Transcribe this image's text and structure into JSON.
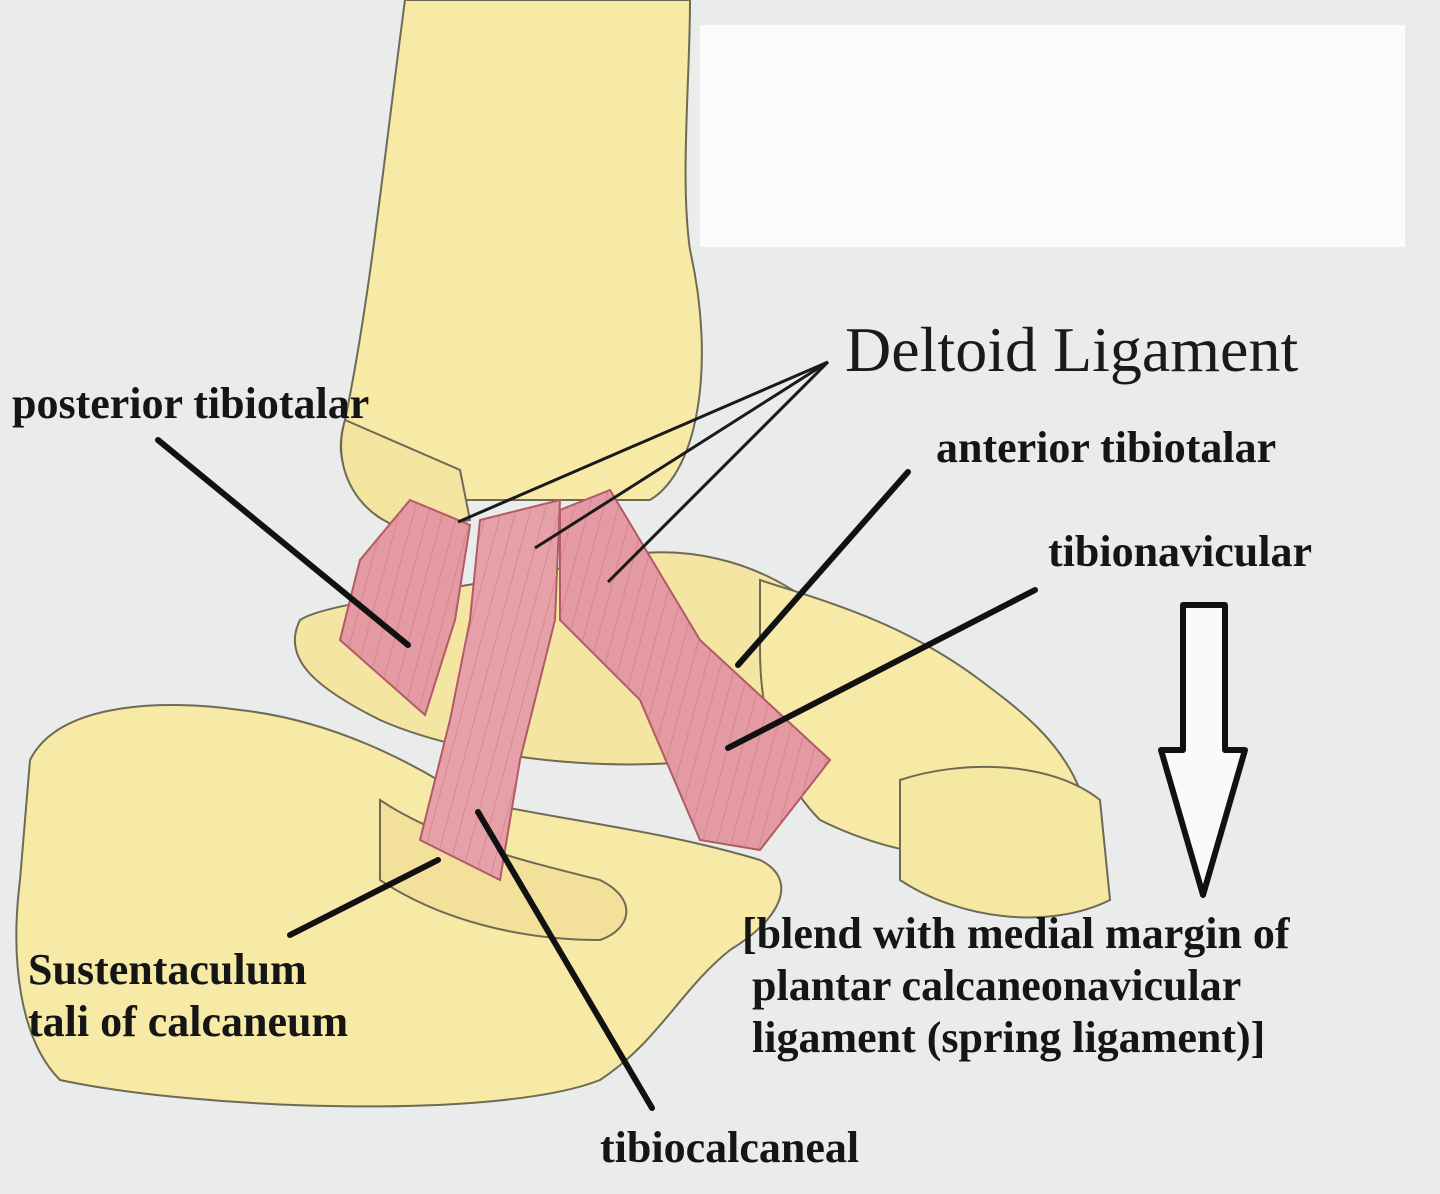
{
  "title": "Deltoid Ligament",
  "labels": {
    "posterior_tibiotalar": "posterior tibiotalar",
    "anterior_tibiotalar": "anterior tibiotalar",
    "tibionavicular": "tibionavicular",
    "sustentaculum_line1": "Sustentaculum",
    "sustentaculum_line2": "tali of calcaneum",
    "tibiocalcaneal": "tibiocalcaneal",
    "blend_line1": "[blend with medial margin of",
    "blend_line2": "plantar calcaneonavicular",
    "blend_line3": "ligament (spring ligament)]"
  },
  "colors": {
    "background": "#e9ecea",
    "bone": "#f6eaa6",
    "bone_outline": "#6f6a55",
    "ligament": "#e39aa2",
    "ligament_stroke": "#b25a66",
    "text": "#151515"
  }
}
